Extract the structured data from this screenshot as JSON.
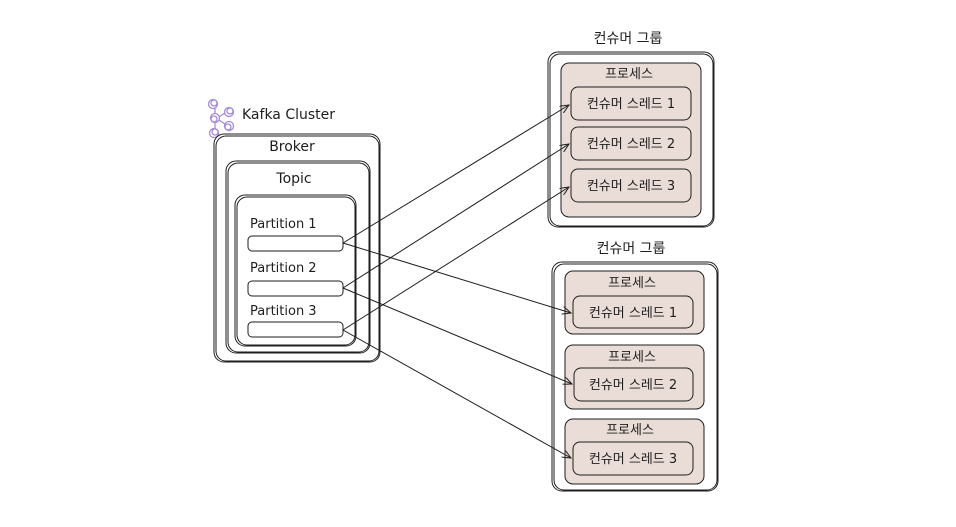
{
  "cluster": {
    "title": "Kafka Cluster",
    "logo_icon": "kafka-logo-icon",
    "broker": {
      "title": "Broker",
      "topic": {
        "title": "Topic",
        "partitions": [
          {
            "label": "Partition 1"
          },
          {
            "label": "Partition 2"
          },
          {
            "label": "Partition 3"
          }
        ]
      }
    }
  },
  "consumer_groups": [
    {
      "title": "컨슈머 그룹",
      "processes": [
        {
          "title": "프로세스",
          "threads": [
            "컨슈머 스레드 1",
            "컨슈머 스레드 2",
            "컨슈머 스레드 3"
          ]
        }
      ]
    },
    {
      "title": "컨슈머 그룹",
      "processes": [
        {
          "title": "프로세스",
          "threads": [
            "컨슈머 스레드 1"
          ]
        },
        {
          "title": "프로세스",
          "threads": [
            "컨슈머 스레드 2"
          ]
        },
        {
          "title": "프로세스",
          "threads": [
            "컨슈머 스레드 3"
          ]
        }
      ]
    }
  ],
  "colors": {
    "stroke": "#1e1e1e",
    "process_fill": "#eaddd7",
    "logo": "#a78bda"
  }
}
